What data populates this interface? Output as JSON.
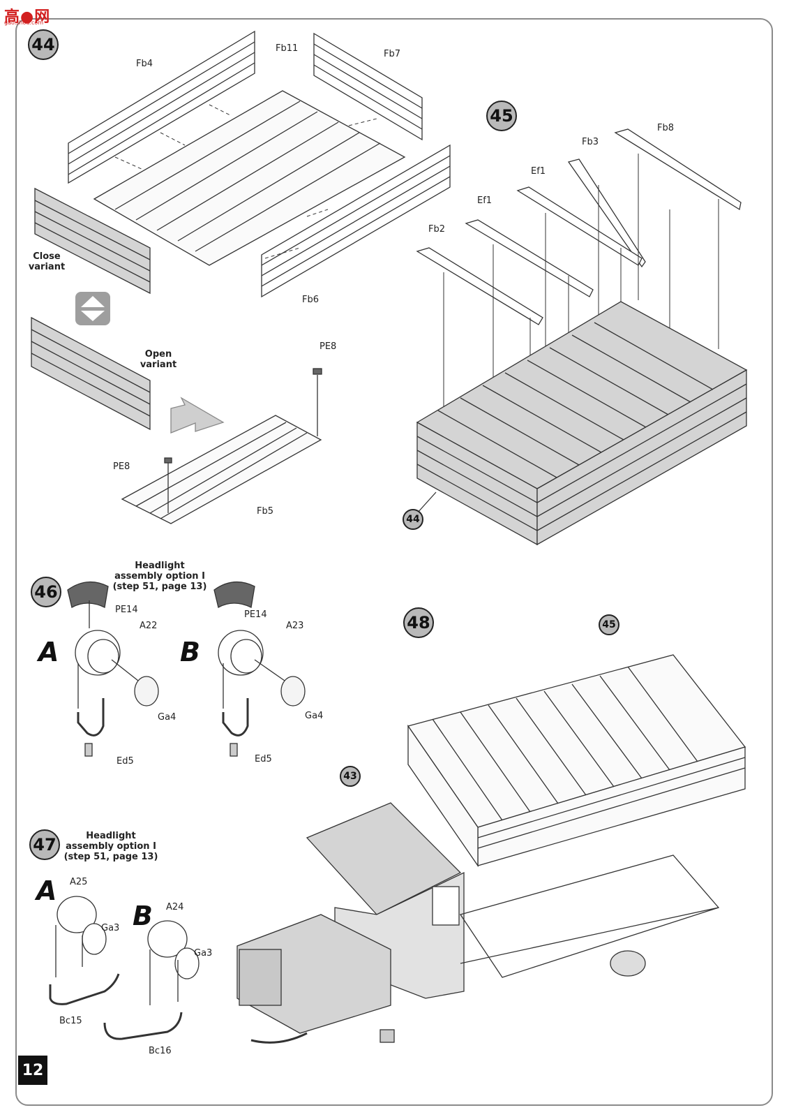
{
  "watermark": {
    "logo_text": "高●网",
    "logo_sub": "gao.shou.com"
  },
  "steps": {
    "s44": "44",
    "s45": "45",
    "s46": "46",
    "s47": "47",
    "s48": "48",
    "ref44": "44",
    "ref45": "45",
    "ref43": "43"
  },
  "labels": {
    "fb4": "Fb4",
    "fb11": "Fb11",
    "fb7": "Fb7",
    "fb6": "Fb6",
    "close_variant": "Close\nvariant",
    "open_variant": "Open\nvariant",
    "pe8_top": "PE8",
    "pe8_left": "PE8",
    "fb5": "Fb5",
    "fb8": "Fb8",
    "fb3": "Fb3",
    "ef1_top": "Ef1",
    "ef1_mid": "Ef1",
    "fb2": "Fb2",
    "headlight_46": "Headlight\nassembly option I\n(step 51, page 13)",
    "pe14_a": "PE14",
    "a22": "A22",
    "ga4_a": "Ga4",
    "ed5_a": "Ed5",
    "pe14_b": "PE14",
    "a23": "A23",
    "ga4_b": "Ga4",
    "ed5_b": "Ed5",
    "letter_a_46": "A",
    "letter_b_46": "B",
    "headlight_47": "Headlight\nassembly option I\n(step 51, page 13)",
    "letter_a_47": "A",
    "letter_b_47": "B",
    "a25": "A25",
    "ga3_a": "Ga3",
    "bc15": "Bc15",
    "a24": "A24",
    "ga3_b": "Ga3",
    "bc16": "Bc16"
  },
  "page_number": "12",
  "colors": {
    "badge_fill": "#b9b9b9",
    "panel_fill": "#d4d4d4",
    "line": "#333333",
    "accent_red": "#d21f1f"
  }
}
